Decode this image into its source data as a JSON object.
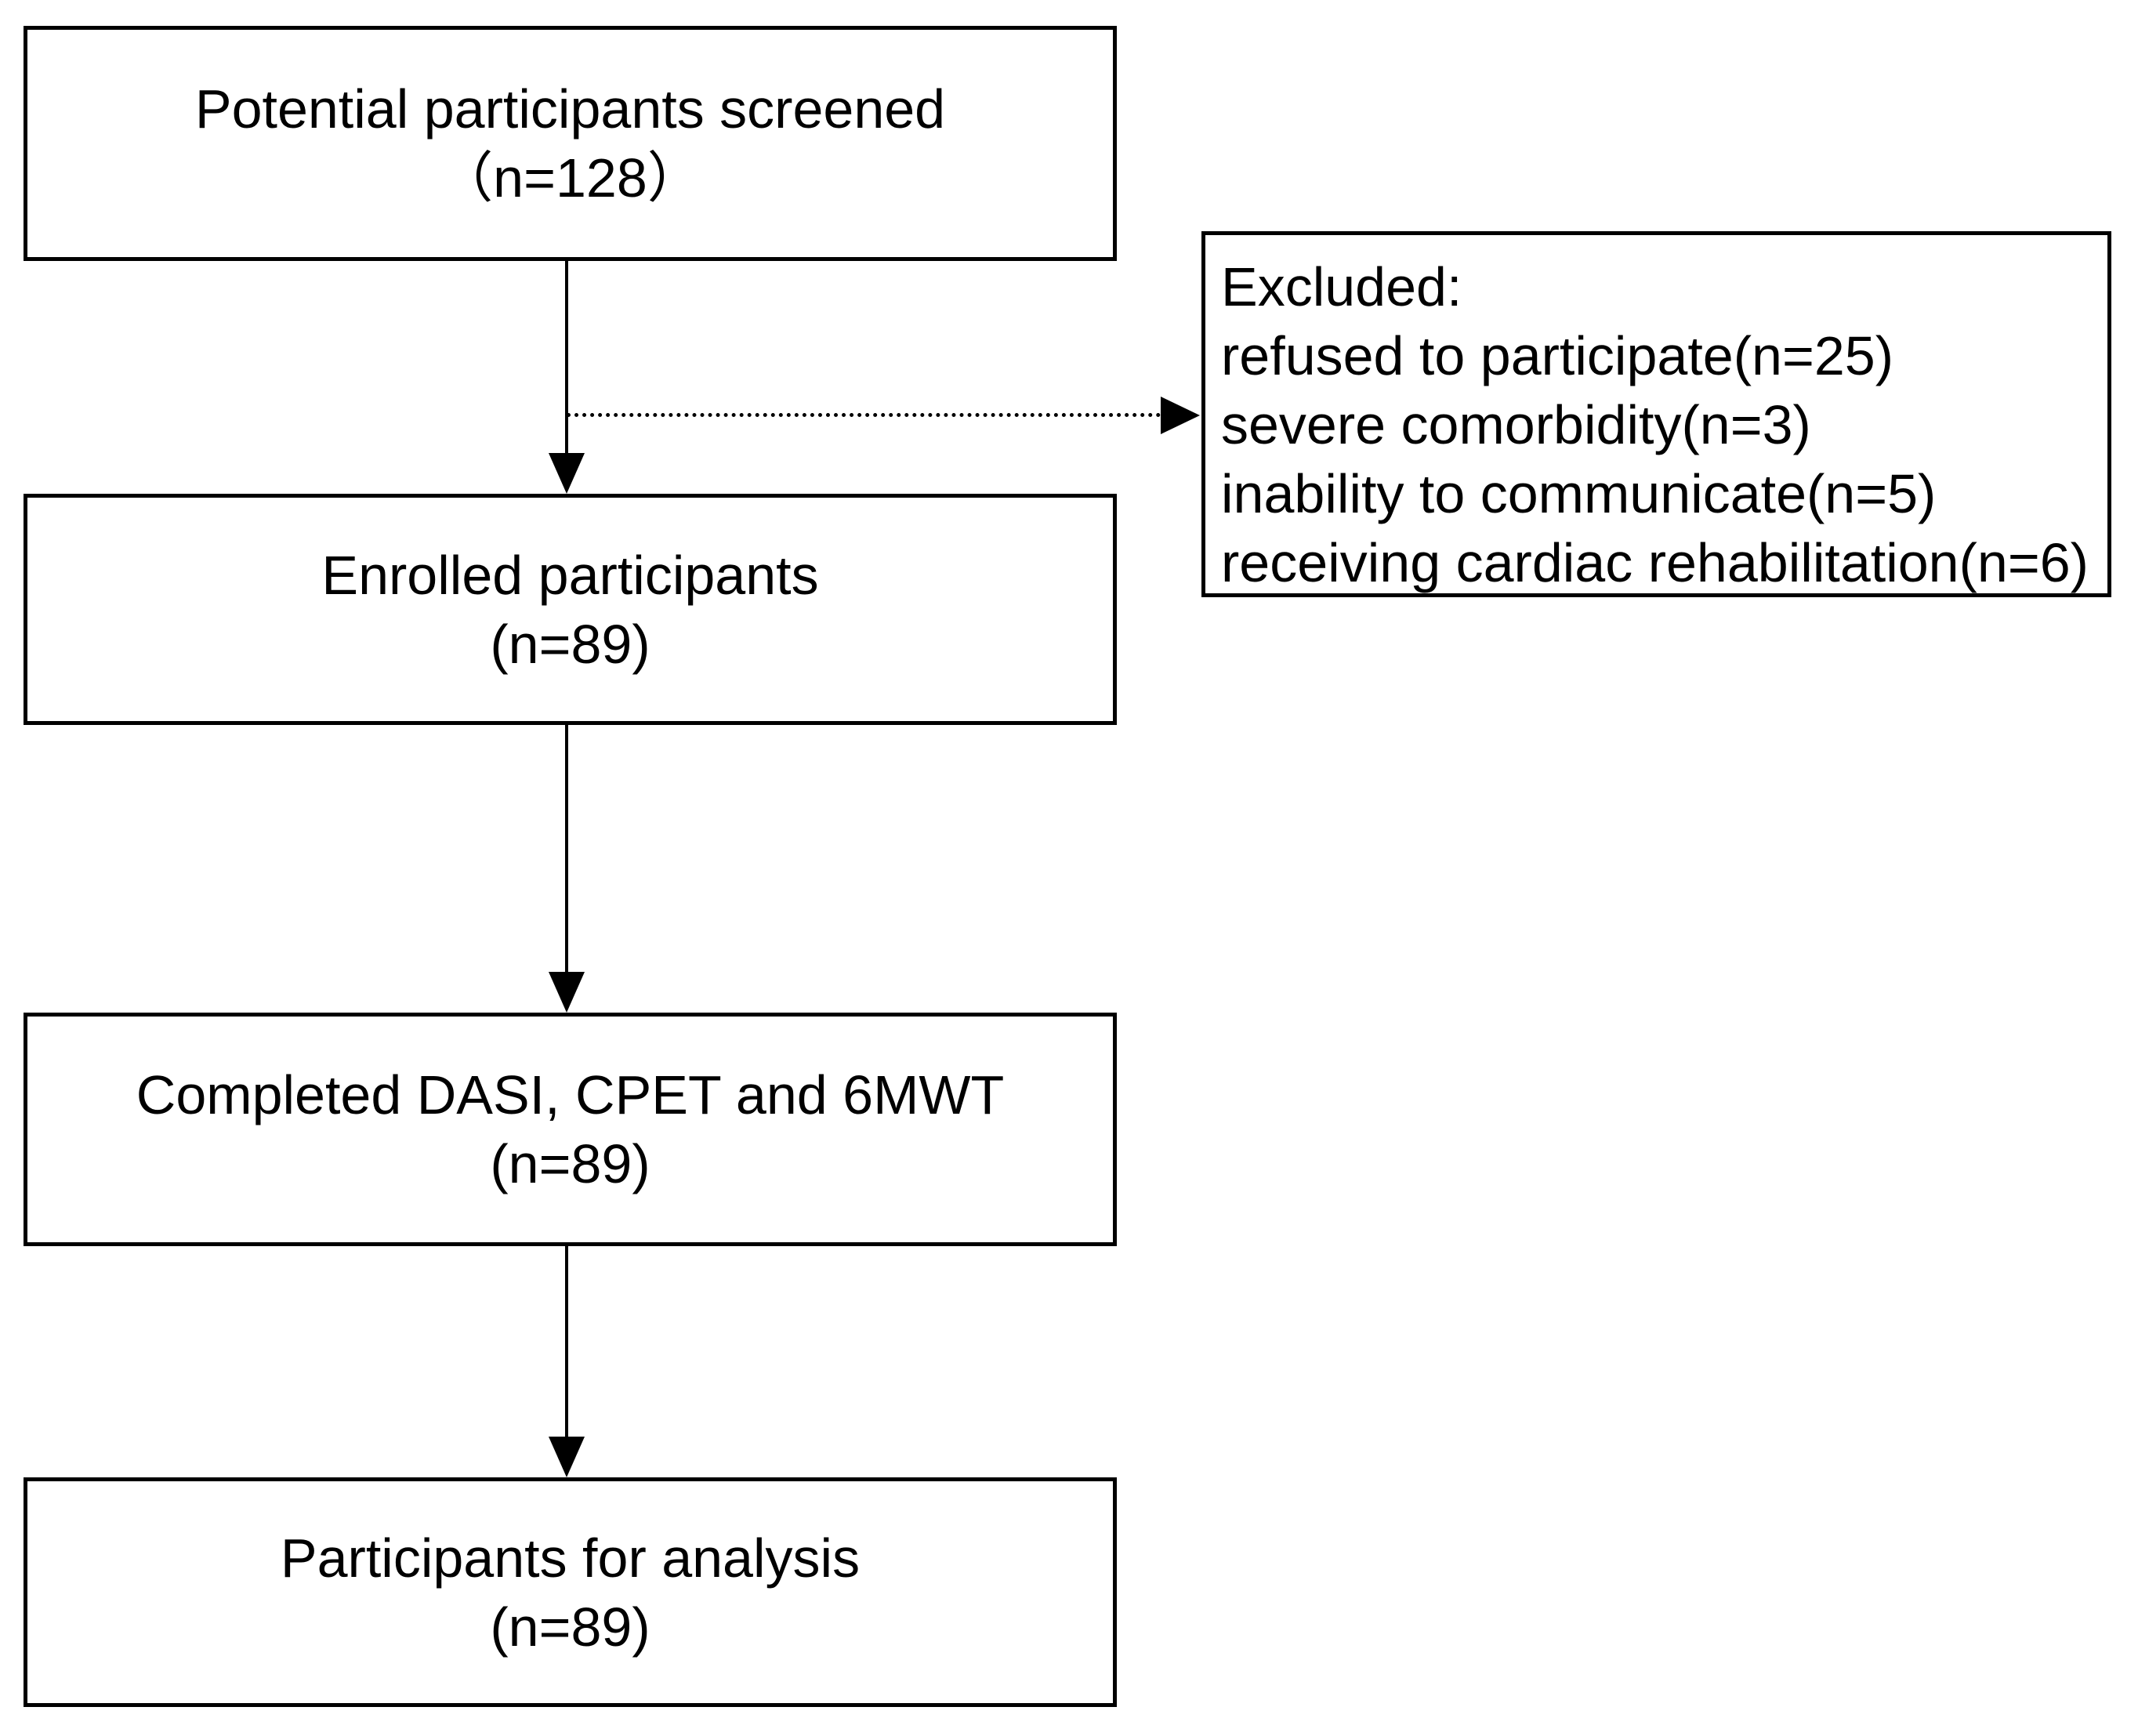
{
  "flowchart": {
    "screened_box": {
      "title": "Potential participants screened",
      "count": "（n=128）"
    },
    "excluded_box": {
      "title": "Excluded:",
      "items": [
        "refused to participate(n=25)",
        "severe comorbidity(n=3)",
        "inability to communicate(n=5)",
        "receiving cardiac rehabilitation(n=6)"
      ]
    },
    "enrolled_box": {
      "title": "Enrolled participants",
      "count": "(n=89)"
    },
    "completed_box": {
      "title": "Completed DASI, CPET and 6MWT",
      "count": "(n=89)"
    },
    "analysis_box": {
      "title": "Participants for analysis",
      "count": "(n=89)"
    },
    "colors": {
      "line": "#000000",
      "background": "#ffffff",
      "text": "#000000"
    }
  }
}
